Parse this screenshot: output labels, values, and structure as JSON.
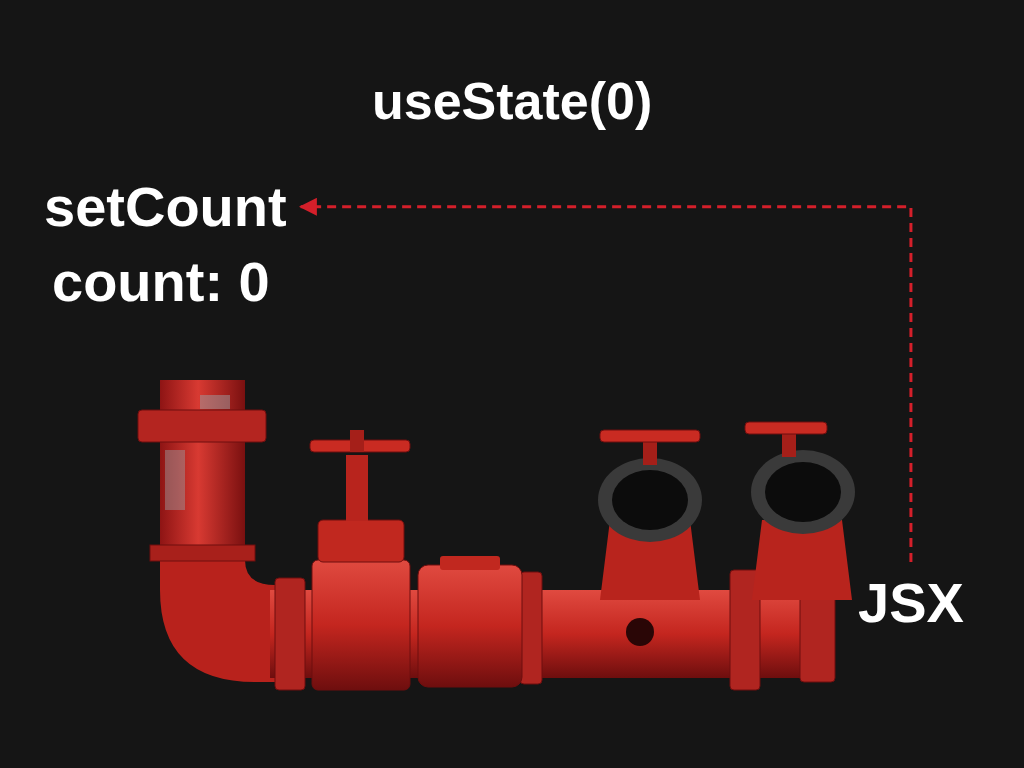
{
  "diagram": {
    "title": "useState(0)",
    "nodes": [
      {
        "text": [
          "setCount"
        ]
      },
      {
        "text": [
          "JSX"
        ]
      }
    ],
    "edges": [
      {
        "from": 1,
        "to": 0,
        "arrow": "to"
      }
    ],
    "labels": [
      "count: 0"
    ]
  }
}
